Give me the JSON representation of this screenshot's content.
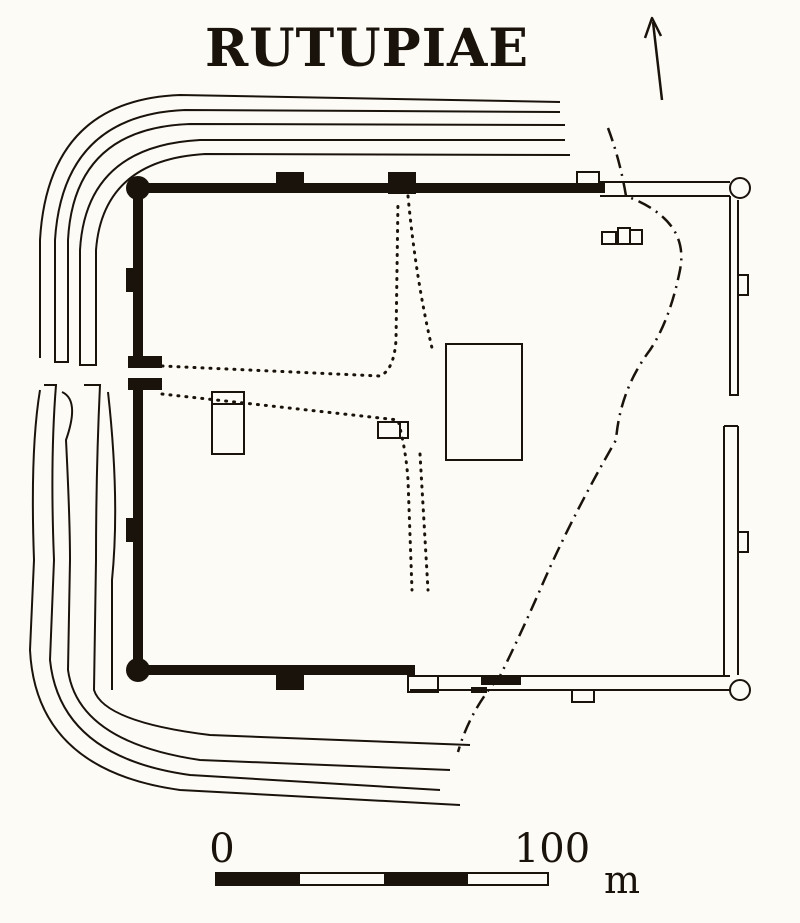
{
  "title": "RUTUPIAE",
  "scale_bar": {
    "start_label": "0",
    "end_label": "100",
    "unit": "m"
  },
  "colors": {
    "ink": "#1a130c",
    "background": "#fdfbf6"
  }
}
